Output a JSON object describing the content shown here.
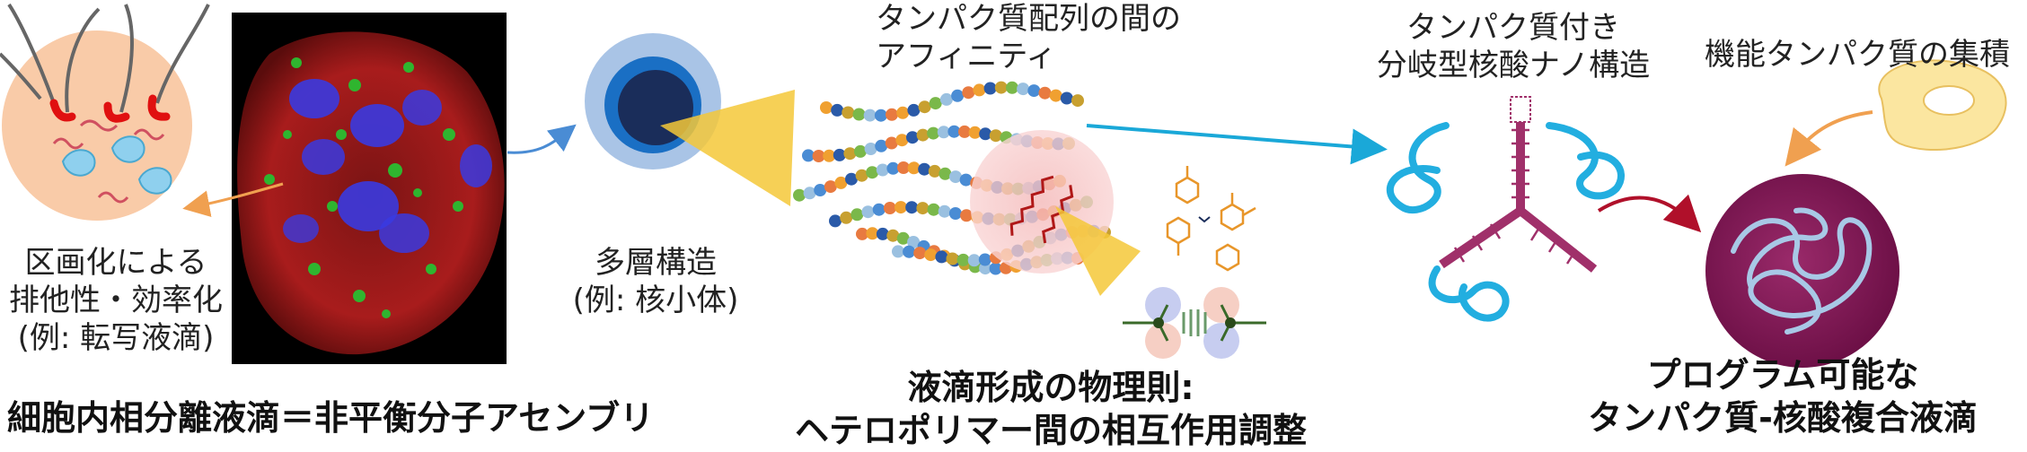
{
  "labels": {
    "compartment": [
      "区画化による",
      "排他性・効率化",
      "(例: 転写液滴)"
    ],
    "multilayer": [
      "多層構造",
      "(例: 核小体)"
    ],
    "affinity": [
      "タンパク質配列の間の",
      "アフィニティ"
    ],
    "branched": [
      "タンパク質付き",
      "分岐型核酸ナノ構造"
    ],
    "accumulation": "機能タンパク質の集積",
    "bottom_left": "細胞内相分離液滴＝非平衡分子アセンブリ",
    "bottom_mid": [
      "液滴形成の物理則:",
      "ヘテロポリマー間の相互作用調整"
    ],
    "bottom_right": [
      "プログラム可能な",
      "タンパク質-核酸複合液滴"
    ]
  },
  "colors": {
    "cell_bg": "#000000",
    "cell_red": "#b01818",
    "cell_blue": "#3a3ae0",
    "cell_green": "#2fb52f",
    "droplet_fill": "#f9cba8",
    "layer_outer": "#a9c4e6",
    "layer_mid": "#1a6fc4",
    "layer_core": "#1a2d5a",
    "arrow_orange": "#f0a050",
    "arrow_blue": "#4a8cd4",
    "arrow_cyan": "#1aa8d8",
    "arrow_darkred": "#b0102a",
    "dna_magenta": "#a0306a",
    "protein_cyan": "#22aee0",
    "final_droplet": "#8a1a5a",
    "yellow_cone": "#f5c838"
  }
}
